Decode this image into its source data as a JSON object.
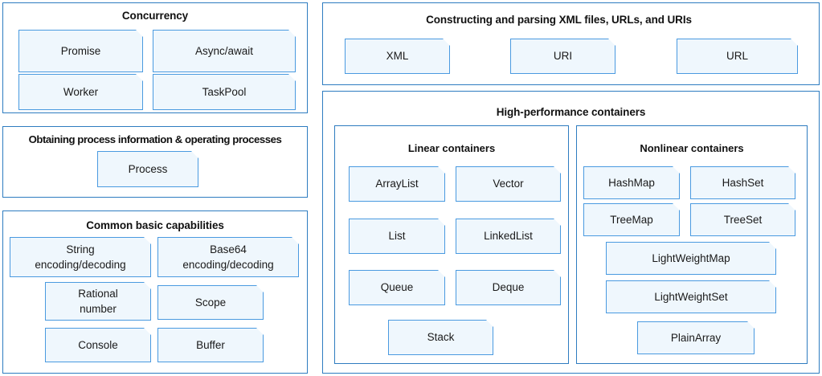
{
  "diagram": {
    "title_hidden": "",
    "colors": {
      "panel_border": "#2e7cc0",
      "note_border": "#4a9ae0",
      "note_fill": "#eff7fd",
      "page_background": "#ffffff",
      "text": "#1a1a1a"
    },
    "groups": [
      {
        "id": "concurrency",
        "title": "Concurrency",
        "items": [
          "Promise",
          "Async/await",
          "Worker",
          "TaskPool"
        ]
      },
      {
        "id": "process",
        "title": "Obtaining process information & operating processes",
        "items": [
          "Process"
        ]
      },
      {
        "id": "common-basic",
        "title": "Common basic capabilities",
        "items": [
          "String\nencoding/decoding",
          "Base64\nencoding/decoding",
          "Rational\nnumber",
          "Scope",
          "Console",
          "Buffer"
        ]
      },
      {
        "id": "xml-url-uri",
        "title": "Constructing and parsing XML files, URLs, and URIs",
        "items": [
          "XML",
          "URI",
          "URL"
        ]
      },
      {
        "id": "high-performance-containers",
        "title": "High-performance containers",
        "subgroups": [
          {
            "id": "linear-containers",
            "title": "Linear containers",
            "items": [
              "ArrayList",
              "Vector",
              "List",
              "LinkedList",
              "Queue",
              "Deque",
              "Stack"
            ]
          },
          {
            "id": "nonlinear-containers",
            "title": "Nonlinear containers",
            "items": [
              "HashMap",
              "HashSet",
              "TreeMap",
              "TreeSet",
              "LightWeightMap",
              "LightWeightSet",
              "PlainArray"
            ]
          }
        ]
      }
    ]
  }
}
